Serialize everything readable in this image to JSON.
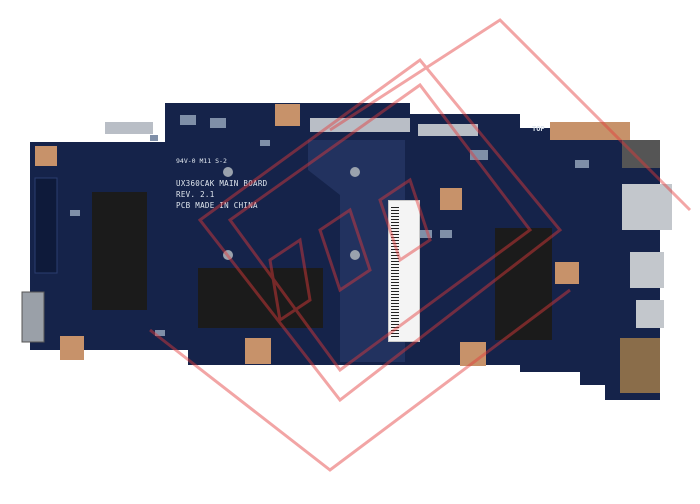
{
  "board": {
    "ul_mark": "94V-0 M11 S-2",
    "model": "UX360CAK MAIN BOARD",
    "revision": "REV. 2.1",
    "origin": "PCB MADE IN CHINA",
    "top_marker": "TOP"
  },
  "colors": {
    "pcb": "#15234a",
    "pcb_dark": "#0d1733",
    "pad": "#c7926a",
    "silk": "#dfe6ee",
    "chip": "#1b1b1b",
    "watermark": "#e43a3a"
  }
}
